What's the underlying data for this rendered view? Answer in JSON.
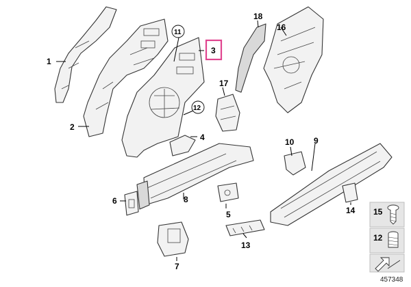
{
  "callouts": {
    "c1": "1",
    "c2": "2",
    "c3": "3",
    "c4": "4",
    "c5": "5",
    "c6": "6",
    "c7": "7",
    "c8": "8",
    "c9": "9",
    "c10": "10",
    "c11": "11",
    "c12": "12",
    "c13": "13",
    "c14": "14",
    "c15": "15",
    "c16": "16",
    "c17": "17",
    "c18": "18"
  },
  "legend": {
    "item_a": "15",
    "item_b": "12"
  },
  "reference_number": "457348",
  "colors": {
    "highlight": "#e0448f",
    "line": "#333333",
    "fill": "#f2f2f2"
  },
  "icons": [
    "screw-icon",
    "threaded-bush-icon",
    "arrow-icon"
  ]
}
